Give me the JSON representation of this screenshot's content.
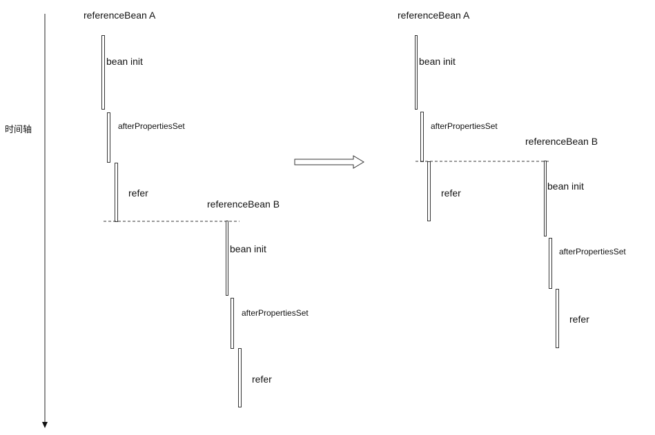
{
  "axis": {
    "label": "时间轴"
  },
  "left": {
    "beanA": {
      "title": "referenceBean A",
      "steps": [
        "bean init",
        "afterPropertiesSet",
        "refer"
      ]
    },
    "beanB": {
      "title": "referenceBean B",
      "steps": [
        "bean init",
        "afterPropertiesSet",
        "refer"
      ]
    }
  },
  "right": {
    "beanA": {
      "title": "referenceBean A",
      "steps": [
        "bean init",
        "afterPropertiesSet",
        "refer"
      ]
    },
    "beanB": {
      "title": "referenceBean B",
      "steps": [
        "bean init",
        "afterPropertiesSet",
        "refer"
      ]
    }
  },
  "colors": {
    "stroke": "#333333",
    "background": "#ffffff"
  }
}
